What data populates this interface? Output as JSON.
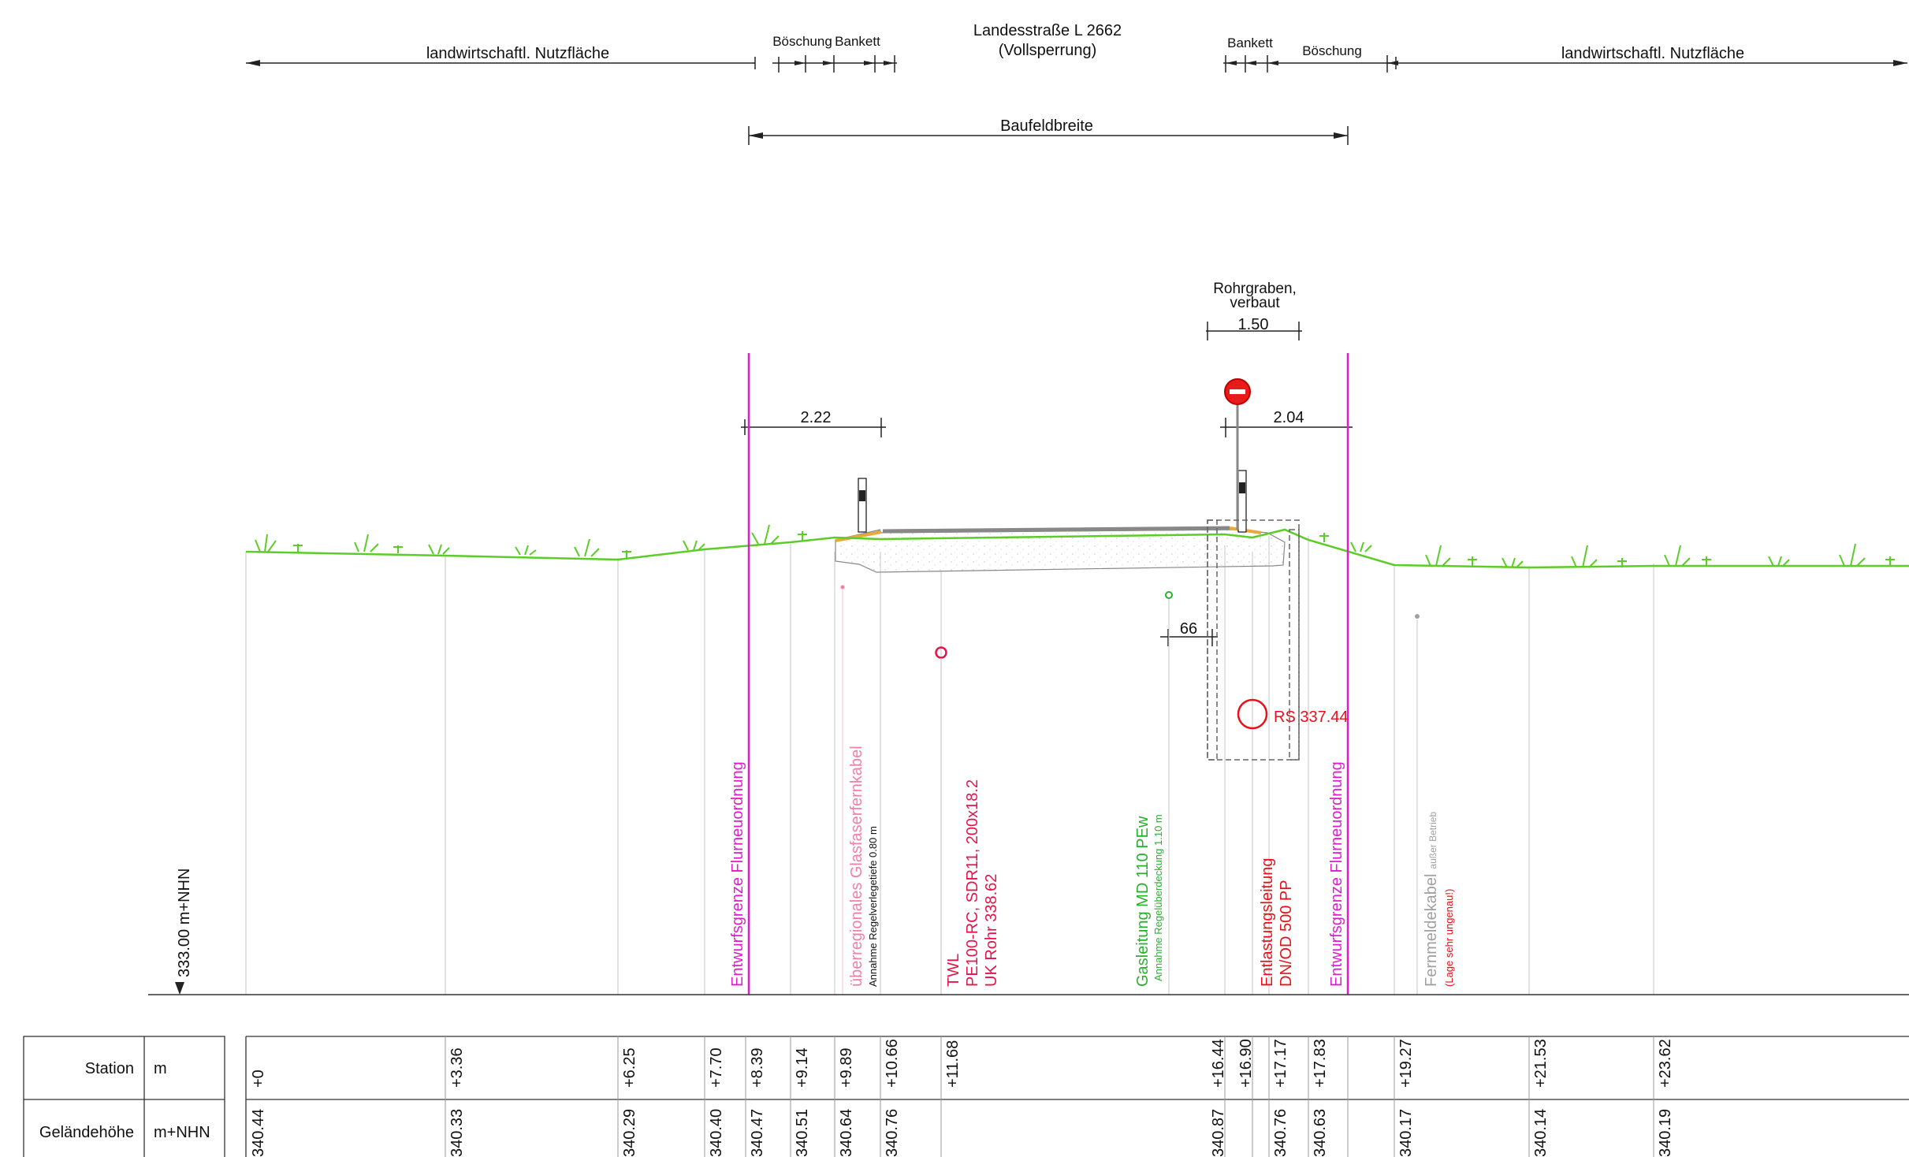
{
  "header": {
    "field_left": "landwirtschaftl. Nutzfläche",
    "field_right": "landwirtschaftl. Nutzfläche",
    "boeschung_left": "Böschung",
    "bankett_left": "Bankett",
    "road_title": "Landesstraße L 2662",
    "road_subtitle": "(Vollsperrung)",
    "bankett_right": "Bankett",
    "boeschung_right": "Böschung",
    "baufeld": "Baufeldbreite"
  },
  "annotations": {
    "trench_title_1": "Rohrgraben,",
    "trench_title_2": "verbaut",
    "trench_width": "1.50",
    "dim_left": "2.22",
    "dim_right": "2.04",
    "gas_offset": "66",
    "rs_label": "RS 337.44",
    "datum": "333.00 m+NHN"
  },
  "vertical_labels": {
    "flurneu_left": "Entwurfsgrenze Flurneuordnung",
    "glasfaser_1": "überregionales Glasfaserfernkabel",
    "glasfaser_2": "Annahme Regelverlegetiefe 0.80 m",
    "twl_1": "TWL",
    "twl_2": "PE100-RC, SDR11, 200x18.2",
    "twl_3": "UK Rohr 338.62",
    "gas_1": "Gasleitung MD 110 PEw",
    "gas_2": "Annahme Regelüberdeckung 1.10 m",
    "entlast_1": "Entlastungsleitung",
    "entlast_2": "DN/OD 500 PP",
    "flurneu_right": "Entwurfsgrenze Flurneuordnung",
    "fernmelde_1": "Fernmeldekabel",
    "fernmelde_1b": "außer Betrieb",
    "fernmelde_2": "(Lage sehr ungenau!)"
  },
  "table": {
    "row1_label": "Station",
    "row1_unit": "m",
    "row2_label": "Geländehöhe",
    "row2_unit": "m+NHN",
    "stations": [
      "+0",
      "+3.36",
      "+6.25",
      "+7.70",
      "+8.39",
      "+9.14",
      "+9.89",
      "+10.66",
      "+11.68",
      "+16.44",
      "+16.90",
      "+17.17",
      "+17.83",
      "+19.27",
      "+21.53",
      "+23.62"
    ],
    "heights": [
      "340.44",
      "340.33",
      "340.29",
      "340.40",
      "340.47",
      "340.51",
      "340.64",
      "340.76",
      "",
      "340.87",
      "",
      "340.76",
      "340.63",
      "340.17",
      "340.14",
      "340.19"
    ]
  },
  "colors": {
    "ground": "#5ccd28",
    "boundary": "#e21bd0",
    "red": "#e8101a",
    "pink": "#f27fa4",
    "crimson": "#e5144a",
    "gas": "#26b12a",
    "grey": "#a0a0a0"
  }
}
